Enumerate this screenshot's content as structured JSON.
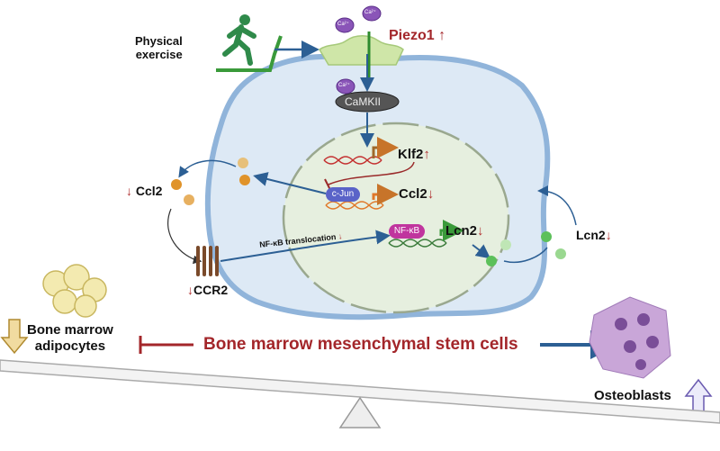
{
  "exercise": {
    "label_line1": "Physical",
    "label_line2": "exercise",
    "icon": "treadmill-runner-icon"
  },
  "channel": {
    "name": "Piezo1",
    "change": "↑",
    "ion": "Ca²⁺"
  },
  "kinase": "CaMKII",
  "nucleus": {
    "klf2": {
      "name": "Klf2",
      "change": "↑"
    },
    "cjun": "c-Jun",
    "ccl2": {
      "name": "Ccl2",
      "change": "↓"
    },
    "nfkb": "NF-κB",
    "lcn2": {
      "name": "Lcn2",
      "change": "↓"
    }
  },
  "translocation": {
    "label": "NF-κB translocation",
    "change": "↓"
  },
  "secreted_ccl2": {
    "name": "Ccl2",
    "change": "↓"
  },
  "receptor": {
    "name": "CCR2",
    "change": "↓"
  },
  "secreted_lcn2": {
    "name": "Lcn2",
    "change": "↓"
  },
  "adipocytes": {
    "line1": "Bone marrow",
    "line2": "adipocytes",
    "trend": "down"
  },
  "stem_cells": "Bone marrow mesenchymal stem cells",
  "osteoblasts": {
    "label": "Osteoblasts",
    "trend": "up"
  },
  "colors": {
    "red": "#a3262a",
    "blue_arrow": "#2c5f94",
    "cell_fill": "#dde9f5",
    "cell_border": "#90b4da",
    "nucleus_fill": "#e6efdf",
    "ccl2_dot": "#e0932a",
    "lcn2_dot": "#5cc05a",
    "cjun": "#5a63c8",
    "nfkb": "#c0359e",
    "camkii": "#555555",
    "ion": "#8a55b8"
  }
}
